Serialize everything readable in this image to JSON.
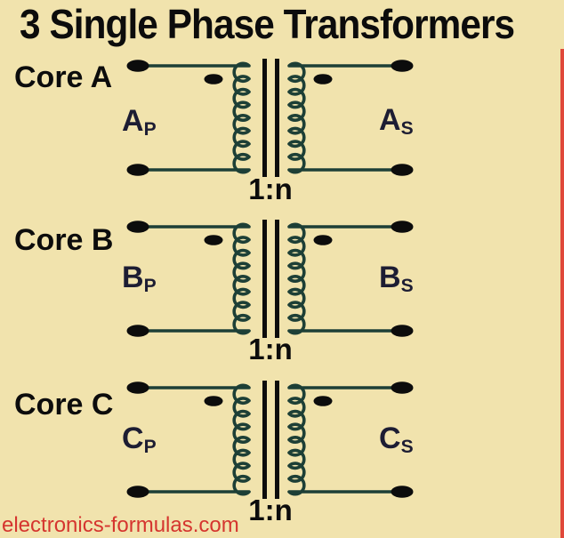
{
  "title": "3 Single Phase Transformers",
  "watermark": "electronics-formulas.com",
  "colors": {
    "background": "#f1e3ad",
    "wire": "#1d3f36",
    "ink": "#0c0c0c",
    "winding_label": "#1d1d33",
    "watermark": "#d5352f",
    "edge_stripe": "#e0483a"
  },
  "transformers": [
    {
      "core_label": "Core A",
      "primary": {
        "letter": "A",
        "subscript": "P"
      },
      "secondary": {
        "letter": "A",
        "subscript": "S"
      },
      "turns_ratio": "1:n"
    },
    {
      "core_label": "Core B",
      "primary": {
        "letter": "B",
        "subscript": "P"
      },
      "secondary": {
        "letter": "B",
        "subscript": "S"
      },
      "turns_ratio": "1:n"
    },
    {
      "core_label": "Core C",
      "primary": {
        "letter": "C",
        "subscript": "P"
      },
      "secondary": {
        "letter": "C",
        "subscript": "S"
      },
      "turns_ratio": "1:n"
    }
  ]
}
